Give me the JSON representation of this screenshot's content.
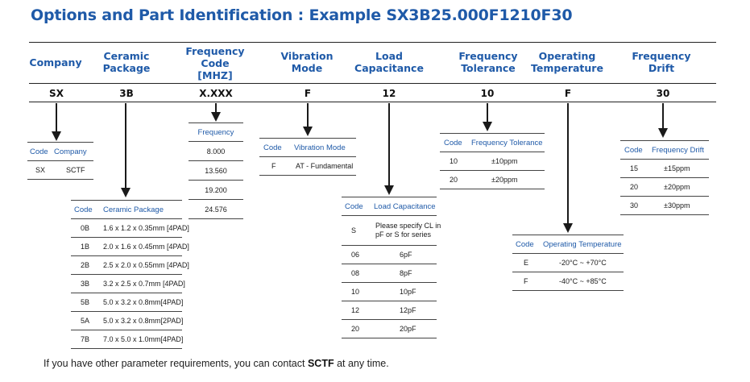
{
  "title": "Options and Part Identification :  Example SX3B25.000F1210F30",
  "headers": {
    "company": "Company",
    "package_l1": "Ceramic",
    "package_l2": "Package",
    "freq_l1": "Frequency",
    "freq_l2": "Code",
    "freq_l3": "[MHZ]",
    "vib_l1": "Vibration",
    "vib_l2": "Mode",
    "load_l1": "Load",
    "load_l2": "Capacitance",
    "tol_l1": "Frequency",
    "tol_l2": "Tolerance",
    "temp_l1": "Operating",
    "temp_l2": "Temperature",
    "drift_l1": "Frequency",
    "drift_l2": "Drift"
  },
  "codes": {
    "company": "SX",
    "package": "3B",
    "freq": "X.XXX",
    "vib": "F",
    "load": "12",
    "tol": "10",
    "temp": "F",
    "drift": "30"
  },
  "company_table": {
    "h1": "Code",
    "h2": "Company",
    "rows": [
      {
        "code": "SX",
        "value": "SCTF"
      }
    ]
  },
  "package_table": {
    "h1": "Code",
    "h2": "Ceramic Package",
    "rows": [
      {
        "code": "0B",
        "value": "1.6 x 1.2 x 0.35mm [4PAD]"
      },
      {
        "code": "1B",
        "value": "2.0 x 1.6 x 0.45mm [4PAD]"
      },
      {
        "code": "2B",
        "value": "2.5 x 2.0 x 0.55mm [4PAD]"
      },
      {
        "code": "3B",
        "value": "3.2 x 2.5 x 0.7mm [4PAD]"
      },
      {
        "code": "5B",
        "value": "5.0 x 3.2 x 0.8mm[4PAD]"
      },
      {
        "code": "5A",
        "value": "5.0 x 3.2 x 0.8mm[2PAD]"
      },
      {
        "code": "7B",
        "value": "7.0 x 5.0 x 1.0mm[4PAD]"
      }
    ]
  },
  "freq_table": {
    "h": "Frequency",
    "rows": [
      "8.000",
      "13.560",
      "19.200",
      "24.576"
    ]
  },
  "vib_table": {
    "h1": "Code",
    "h2": "Vibration Mode",
    "rows": [
      {
        "code": "F",
        "value": "AT - Fundamental"
      }
    ]
  },
  "load_table": {
    "h1": "Code",
    "h2": "Load Capacitance",
    "s_code": "S",
    "s_line1": "Please specify CL in",
    "s_line2": "pF or S for series",
    "rows": [
      {
        "code": "06",
        "value": "6pF"
      },
      {
        "code": "08",
        "value": "8pF"
      },
      {
        "code": "10",
        "value": "10pF"
      },
      {
        "code": "12",
        "value": "12pF"
      },
      {
        "code": "20",
        "value": "20pF"
      }
    ]
  },
  "tol_table": {
    "h1": "Code",
    "h2": "Frequency Tolerance",
    "rows": [
      {
        "code": "10",
        "value": "±10ppm"
      },
      {
        "code": "20",
        "value": "±20ppm"
      }
    ]
  },
  "temp_table": {
    "h1": "Code",
    "h2": "Operating Temperature",
    "rows": [
      {
        "code": "E",
        "value": "-20°C ~ +70°C"
      },
      {
        "code": "F",
        "value": "-40°C ~ +85°C"
      }
    ]
  },
  "drift_table": {
    "h1": "Code",
    "h2": "Frequency Drift",
    "rows": [
      {
        "code": "15",
        "value": "±15ppm"
      },
      {
        "code": "20",
        "value": "±20ppm"
      },
      {
        "code": "30",
        "value": "±30ppm"
      }
    ]
  },
  "footer": {
    "before": "If you have other parameter requirements, you can contact ",
    "brand": "SCTF",
    "after": " at any time."
  }
}
